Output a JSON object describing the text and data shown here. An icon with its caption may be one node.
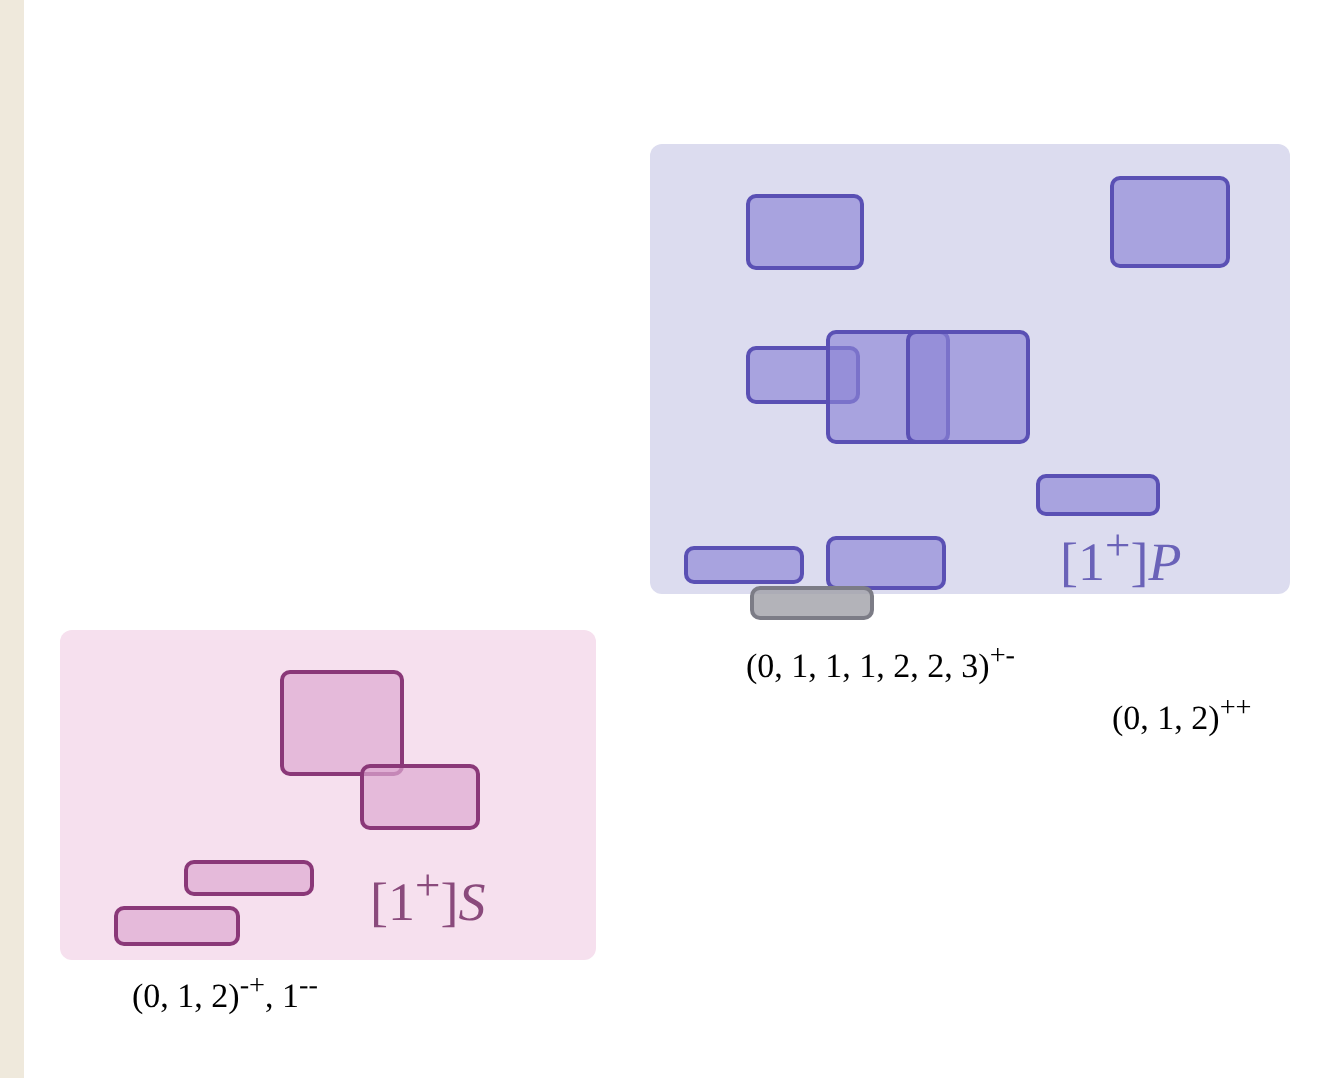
{
  "diagram": {
    "nodes": [
      {
        "text": [
          "[1$^{+}$]*P*"
        ]
      },
      {
        "text": [],
        "shape": "box",
        "in": 0
      },
      {
        "text": [],
        "shape": "box",
        "in": 0
      },
      {
        "text": [],
        "shape": "box",
        "in": 0
      },
      {
        "text": [],
        "shape": "box",
        "in": 0
      },
      {
        "text": [],
        "shape": "box",
        "in": 0
      },
      {
        "text": [],
        "shape": "box",
        "in": 0
      },
      {
        "text": [],
        "shape": "box",
        "in": 0
      },
      {
        "text": [],
        "shape": "box",
        "in": 0
      },
      {
        "text": [],
        "shape": "box"
      },
      {
        "text": [
          "[1$^{+}$]*S*"
        ]
      },
      {
        "text": [],
        "shape": "box",
        "in": 10
      },
      {
        "text": [],
        "shape": "box",
        "in": 10
      },
      {
        "text": [],
        "shape": "box",
        "in": 10
      },
      {
        "text": [],
        "shape": "box",
        "in": 10
      }
    ],
    "labels": [
      "(0, 1, 1, 1, 2, 2, 3)$^{+-}$",
      "(0, 1, 2)$^{++}$",
      "(0, 1, 2)$^{-+}$, 1$^{--}$"
    ]
  }
}
